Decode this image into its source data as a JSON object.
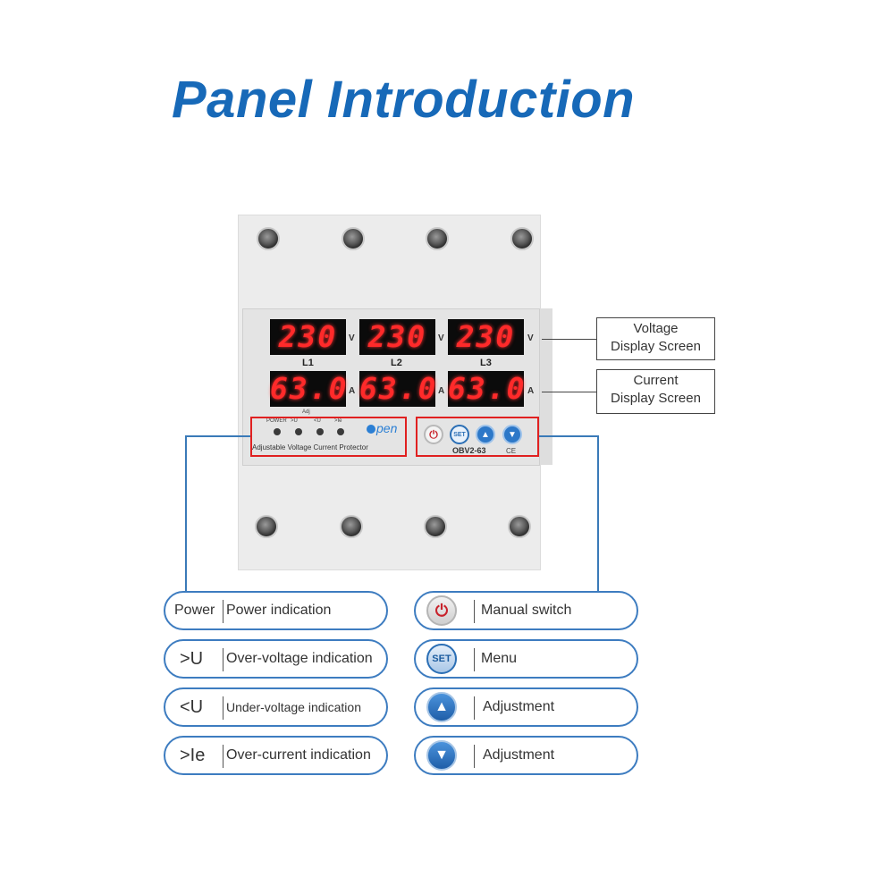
{
  "page_title": "Panel Introduction",
  "device": {
    "voltage_displays": [
      "230",
      "230",
      "230"
    ],
    "current_displays": [
      "63.0",
      "63.0",
      "63.0"
    ],
    "voltage_unit": "V",
    "current_unit": "A",
    "phases": [
      "L1",
      "L2",
      "L3"
    ],
    "indicator_group_label": "Adj",
    "indicator_labels": [
      "POWER",
      ">U",
      "<U",
      ">Ie"
    ],
    "brand": "pen",
    "subtitle": "Adjustable Voltage Current Protector",
    "model": "OBV2-63",
    "ce_mark": "CE",
    "buttons": {
      "power_icon": "⏻",
      "set_label": "SET",
      "up_icon": "▲",
      "down_icon": "▼"
    }
  },
  "callouts": {
    "voltage": "Voltage\nDisplay Screen",
    "current": "Current\nDisplay Screen"
  },
  "legend_left": [
    {
      "symbol": "Power",
      "text": "Power indication"
    },
    {
      "symbol": ">U",
      "text": "Over-voltage indication"
    },
    {
      "symbol": "<U",
      "text": "Under-voltage indication"
    },
    {
      "symbol": ">Ie",
      "text": "Over-current indication"
    }
  ],
  "legend_right": [
    {
      "icon": "power-icon",
      "glyph": "⏻",
      "text": "Manual switch"
    },
    {
      "icon": "set-icon",
      "glyph": "SET",
      "text": "Menu"
    },
    {
      "icon": "arrow-up-icon",
      "glyph": "▲",
      "text": "Adjustment"
    },
    {
      "icon": "arrow-down-icon",
      "glyph": "▼",
      "text": "Adjustment"
    }
  ],
  "colors": {
    "title": "#1769b8",
    "highlight": "#e02020",
    "pill_border": "#3d7cc0",
    "led": "#ff2a2a"
  }
}
